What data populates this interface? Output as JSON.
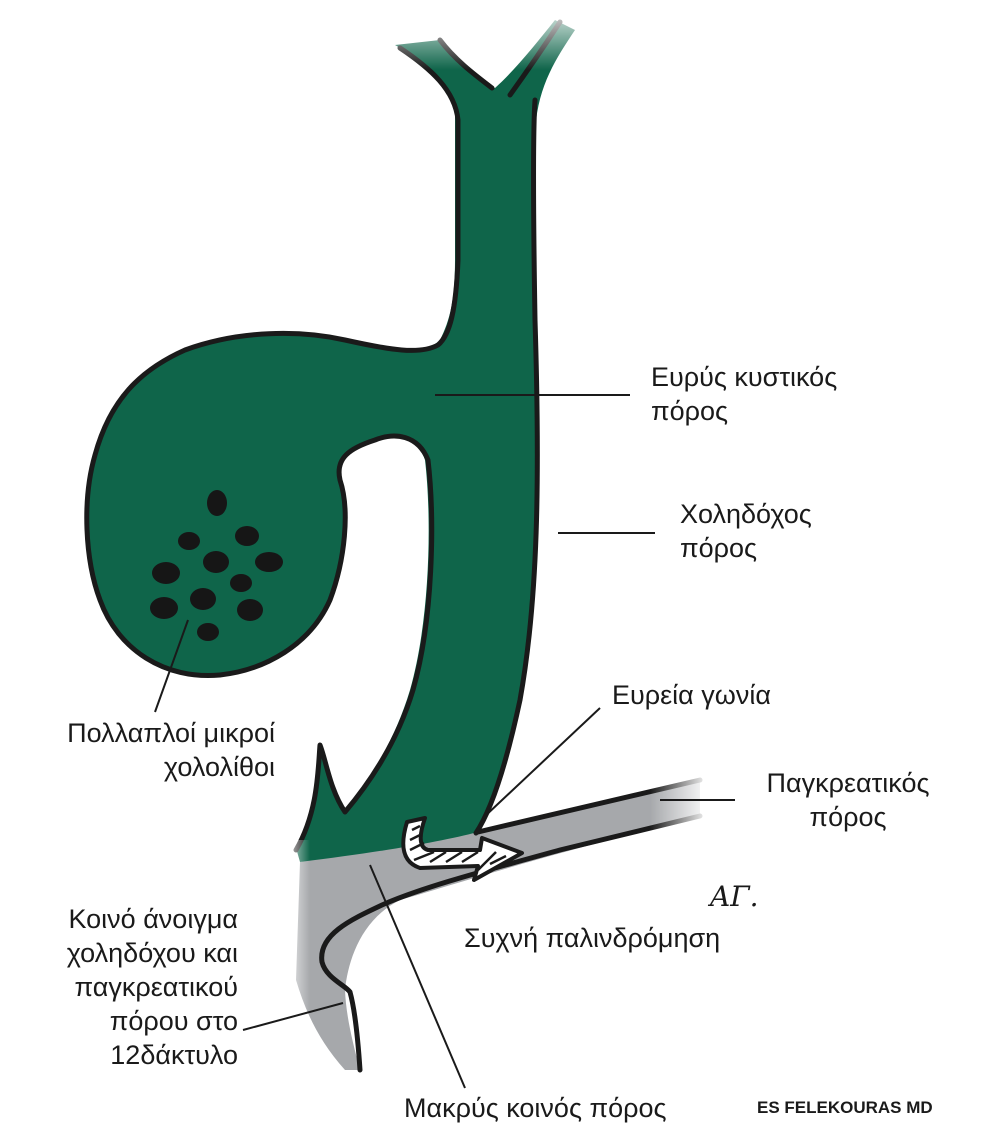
{
  "colors": {
    "bile_green": "#0f654a",
    "pancreatic_grey": "#a6a8ab",
    "outline": "#1a1a1a",
    "stones": "#161616"
  },
  "labels": {
    "wide_cystic_duct": [
      "Ευρύς κυστικός",
      "πόρος"
    ],
    "common_bile_duct": [
      "Χοληδόχος",
      "πόρος"
    ],
    "wide_angle": "Ευρεία γωνία",
    "pancreatic_duct": [
      "Παγκρεατικός",
      "πόρος"
    ],
    "multiple_stones": [
      "Πολλαπλοί μικροί",
      "χολολίθοι"
    ],
    "frequent_reflux": "Συχνή παλινδρόμηση",
    "common_opening": [
      "Κοινό άνοιγμα",
      "χοληδόχου και",
      "παγκρεατικού",
      "πόρου στο",
      "12δάκτυλο"
    ],
    "long_common_channel": "Μακρύς κοινός πόρος"
  },
  "signature": "ΑΓ.",
  "credit": "ES FELEKOURAS MD"
}
